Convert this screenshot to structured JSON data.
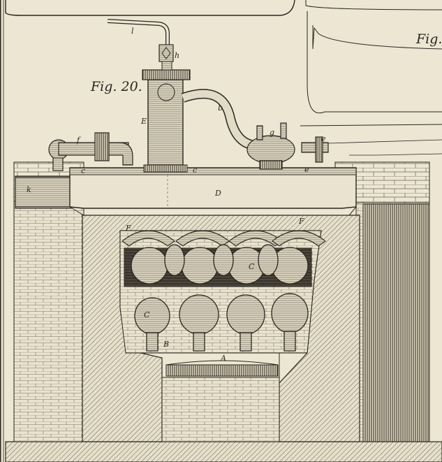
{
  "figure": {
    "title": "Fig. 20.",
    "adjacent_title": "Fig."
  },
  "labels": {
    "l": "l",
    "h": "h",
    "E_column": "E",
    "b": "b",
    "g": "g",
    "f": "f",
    "e_right": "e",
    "c_left": "c",
    "c_mid": "c",
    "e_mid": "e",
    "k": "k",
    "D": "D",
    "F_left": "F",
    "F_right": "F",
    "C_upper": "C",
    "C_lower": "C",
    "B": "B",
    "A": "A"
  },
  "colors": {
    "paper": "#ece6d3",
    "ink": "#2a2620"
  }
}
